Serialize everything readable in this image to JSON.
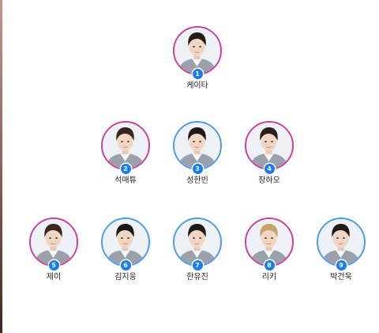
{
  "colors": {
    "border_pink": "#c9419d",
    "border_blue": "#4b9be8",
    "badge_blue": "#1b7cf0",
    "edge_bar": "#8a5a56"
  },
  "members": [
    {
      "rank": "1",
      "name": "케이타",
      "border": "pink",
      "hair": "#241b18"
    },
    {
      "rank": "2",
      "name": "석매튜",
      "border": "pink",
      "hair": "#3a2620"
    },
    {
      "rank": "3",
      "name": "성한빈",
      "border": "blue",
      "hair": "#1e1a18"
    },
    {
      "rank": "4",
      "name": "장하오",
      "border": "pink",
      "hair": "#2a1f1b"
    },
    {
      "rank": "5",
      "name": "제이",
      "border": "pink",
      "hair": "#3b2a22"
    },
    {
      "rank": "6",
      "name": "김지웅",
      "border": "blue",
      "hair": "#1c1817"
    },
    {
      "rank": "7",
      "name": "한유진",
      "border": "blue",
      "hair": "#1d1a19"
    },
    {
      "rank": "8",
      "name": "리키",
      "border": "pink",
      "hair": "#c9a36a"
    },
    {
      "rank": "9",
      "name": "박건욱",
      "border": "blue",
      "hair": "#1f1b1a"
    }
  ]
}
